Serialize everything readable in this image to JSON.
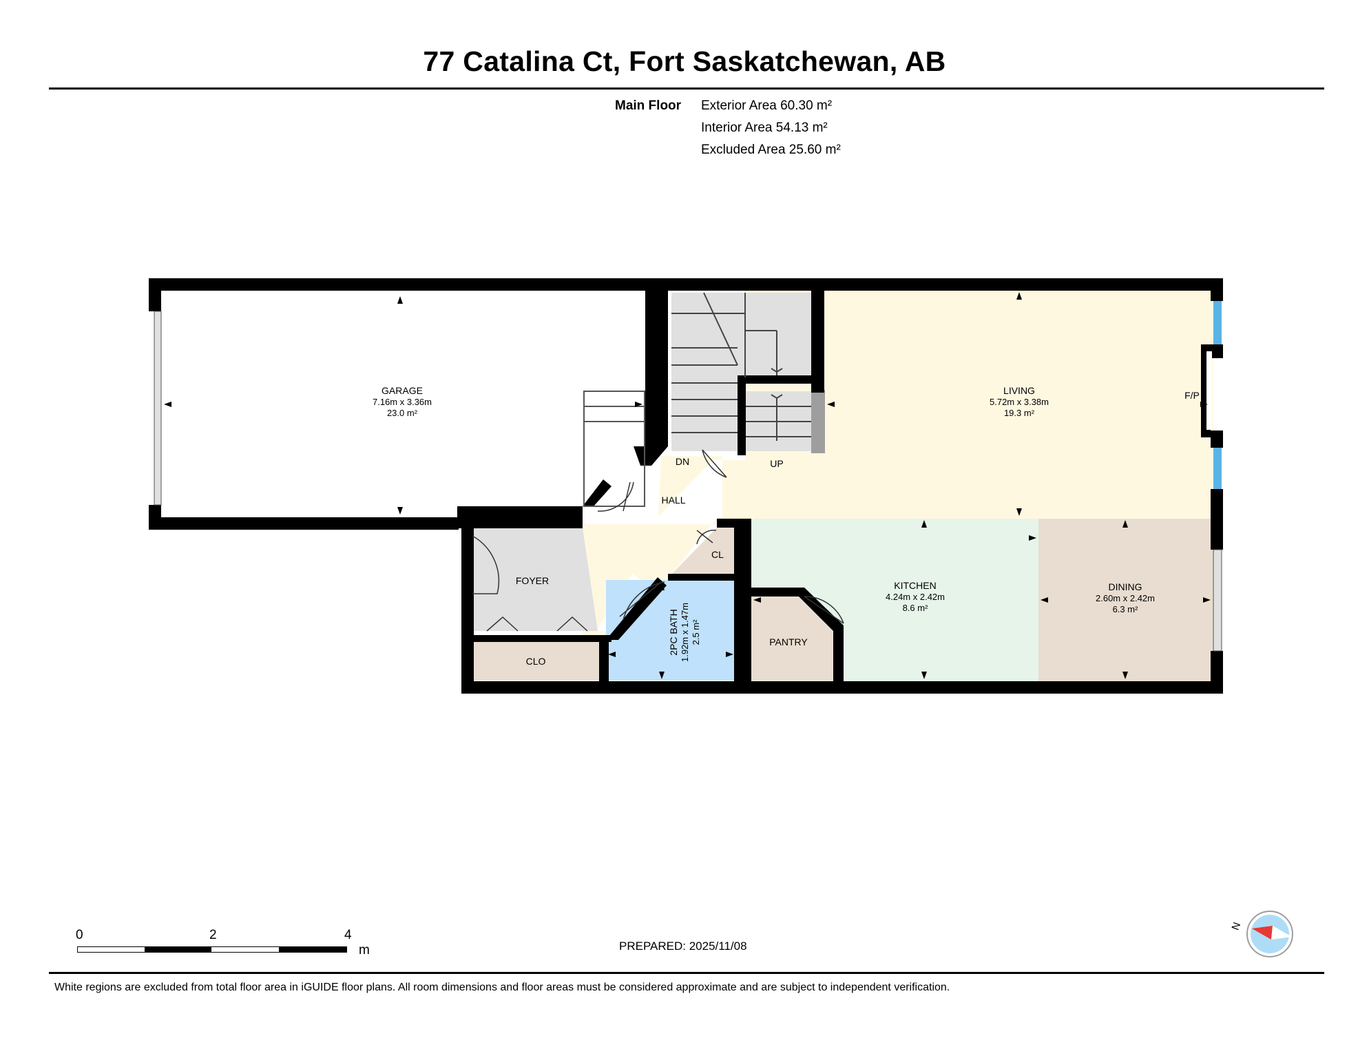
{
  "title": "77 Catalina Ct, Fort Saskatchewan, AB",
  "floor": {
    "label": "Main Floor",
    "exterior_area": "Exterior Area 60.30 m²",
    "interior_area": "Interior Area 54.13 m²",
    "excluded_area": "Excluded Area 25.60 m²"
  },
  "rooms": {
    "garage": {
      "name": "GARAGE",
      "dims": "7.16m x 3.36m",
      "area": "23.0 m²"
    },
    "living": {
      "name": "LIVING",
      "dims": "5.72m x 3.38m",
      "area": "19.3 m²"
    },
    "kitchen": {
      "name": "KITCHEN",
      "dims": "4.24m x 2.42m",
      "area": "8.6 m²"
    },
    "dining": {
      "name": "DINING",
      "dims": "2.60m x 2.42m",
      "area": "6.3 m²"
    },
    "bath": {
      "name": "2PC BATH",
      "dims": "1.92m x 1.47m",
      "area": "2.5 m²"
    },
    "foyer": "FOYER",
    "hall": "HALL",
    "clo": "CLO",
    "cl": "CL",
    "pantry": "PANTRY",
    "dn": "DN",
    "up": "UP",
    "fp": "F/P"
  },
  "colors": {
    "living": "#fff8e1",
    "kitchen": "#e6f4ea",
    "dining": "#e8ddd0",
    "bath": "#bfe1fb",
    "closet": "#e8ddd0",
    "foyer": "#e0e0e0",
    "stairs": "#e0e0e0",
    "wall": "#000000",
    "window": "#5ab4e6"
  },
  "scale": {
    "t0": "0",
    "t2": "2",
    "t4": "4",
    "unit": "m"
  },
  "prepared": "PREPARED: 2025/11/08",
  "compass": {
    "label": "N"
  },
  "footnote": "White regions are excluded from total floor area in iGUIDE floor plans. All room dimensions and floor areas must be considered approximate and are subject to independent verification."
}
